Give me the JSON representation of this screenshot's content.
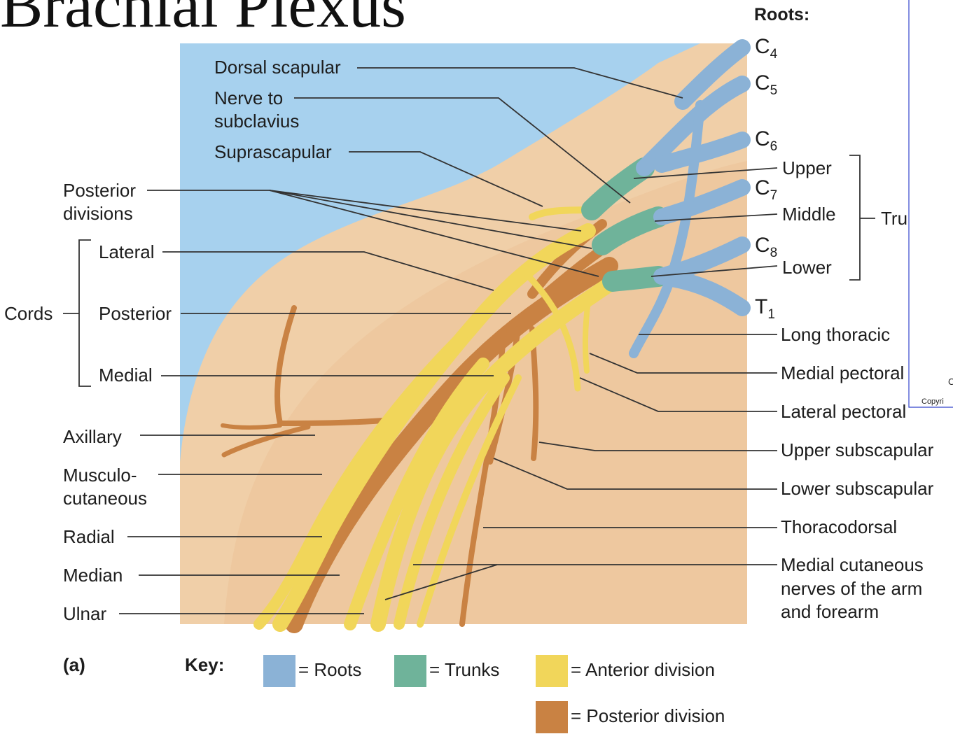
{
  "title": "Brachial Plexus",
  "colors": {
    "roots": "#8bb2d6",
    "trunks": "#6fb39a",
    "anterior": "#f1d65a",
    "posterior": "#c98243",
    "background": "#a7d1ee",
    "skin": "#f0cfa8"
  },
  "roots": {
    "heading": "Roots:",
    "items": [
      {
        "main": "C",
        "sub": "4"
      },
      {
        "main": "C",
        "sub": "5"
      },
      {
        "main": "C",
        "sub": "6"
      },
      {
        "main": "C",
        "sub": "7"
      },
      {
        "main": "C",
        "sub": "8"
      },
      {
        "main": "T",
        "sub": "1"
      }
    ]
  },
  "trunks": {
    "upper": "Upper",
    "middle": "Middle",
    "lower": "Lower",
    "group_label_cut": "Tru"
  },
  "left_labels": {
    "dorsal_scapular": "Dorsal scapular",
    "nerve_to_subclavius_1": "Nerve to",
    "nerve_to_subclavius_2": "subclavius",
    "suprascapular": "Suprascapular",
    "posterior_divisions_1": "Posterior",
    "posterior_divisions_2": "divisions",
    "cords": "Cords",
    "lateral": "Lateral",
    "posterior": "Posterior",
    "medial": "Medial",
    "axillary": "Axillary",
    "musculocutaneous_1": "Musculo-",
    "musculocutaneous_2": "cutaneous",
    "radial": "Radial",
    "median": "Median",
    "ulnar": "Ulnar"
  },
  "right_labels": {
    "long_thoracic": "Long thoracic",
    "medial_pectoral": "Medial pectoral",
    "lateral_pectoral": "Lateral pectoral",
    "upper_subscapular": "Upper subscapular",
    "lower_subscapular": "Lower subscapular",
    "thoracodorsal": "Thoracodorsal",
    "medial_cutaneous_1": "Medial cutaneous",
    "medial_cutaneous_2": "nerves of the arm",
    "medial_cutaneous_3": "and forearm"
  },
  "overlay": {
    "cut_letter": "C",
    "cut_copyright": "Copyri"
  },
  "figure_label": "(a)",
  "key": {
    "heading": "Key:",
    "roots": "= Roots",
    "trunks": "= Trunks",
    "anterior": "= Anterior division",
    "posterior": "= Posterior division"
  }
}
